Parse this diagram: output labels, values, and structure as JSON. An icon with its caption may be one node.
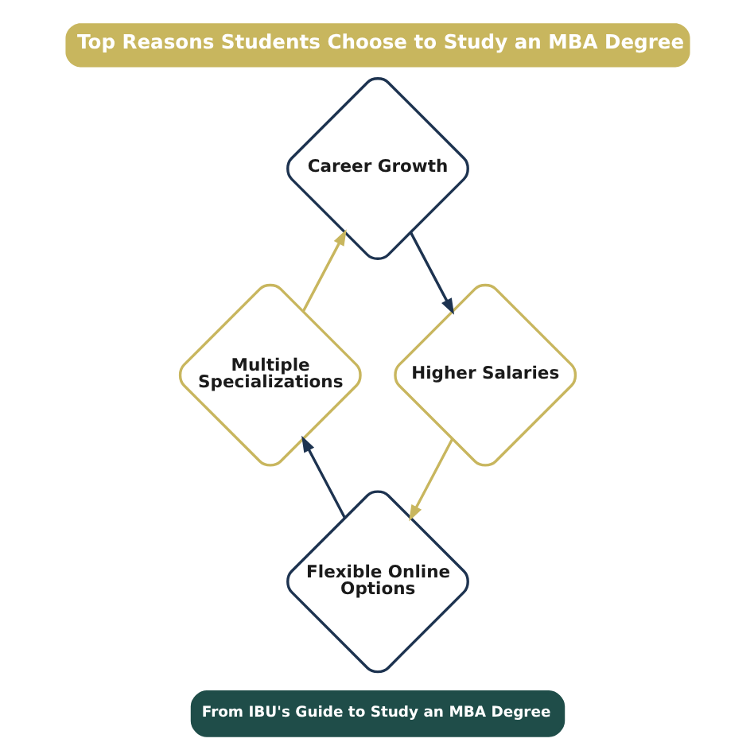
{
  "diagram": {
    "title": "Top Reasons Students Choose to Study an MBA Degree",
    "caption": "From IBU's Guide to Study an MBA Degree",
    "nodes": [
      {
        "text": [
          "Career Growth"
        ]
      },
      {
        "text": [
          "Higher Salaries"
        ]
      },
      {
        "text": [
          "Flexible Online Options"
        ]
      },
      {
        "text": [
          "Multiple Specializations"
        ]
      }
    ],
    "edges": [
      {
        "from": 0,
        "to": 1,
        "arrow": "to"
      },
      {
        "from": 1,
        "to": 2,
        "arrow": "to",
        "color": "#c8b65e"
      },
      {
        "from": 2,
        "to": 3,
        "arrow": "to"
      },
      {
        "from": 3,
        "to": 0,
        "arrow": "to",
        "color": "#c8b65e"
      }
    ]
  }
}
